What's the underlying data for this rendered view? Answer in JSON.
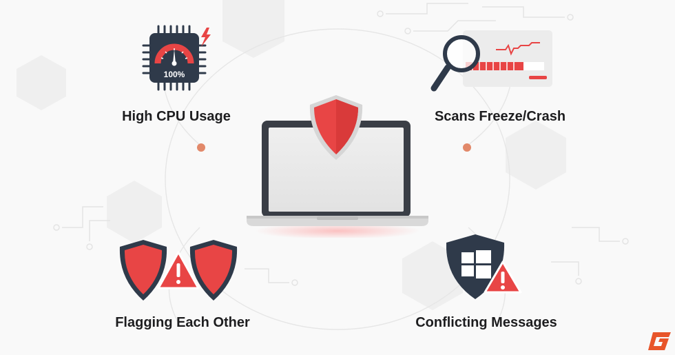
{
  "items": [
    {
      "label": "High CPU Usage",
      "icon": "cpu-speedometer-icon"
    },
    {
      "label": "Scans Freeze/Crash",
      "icon": "magnifier-progress-icon"
    },
    {
      "label": "Flagging Each Other",
      "icon": "double-shield-warning-icon"
    },
    {
      "label": "Conflicting Messages",
      "icon": "windows-shield-warning-icon"
    }
  ],
  "cpu_gauge_text": "100%",
  "center_icon": "laptop-shield-icon",
  "colors": {
    "accent": "#e84545",
    "dark": "#2f3a4a",
    "connector": "#e2896a",
    "brand": "#e8552a"
  }
}
